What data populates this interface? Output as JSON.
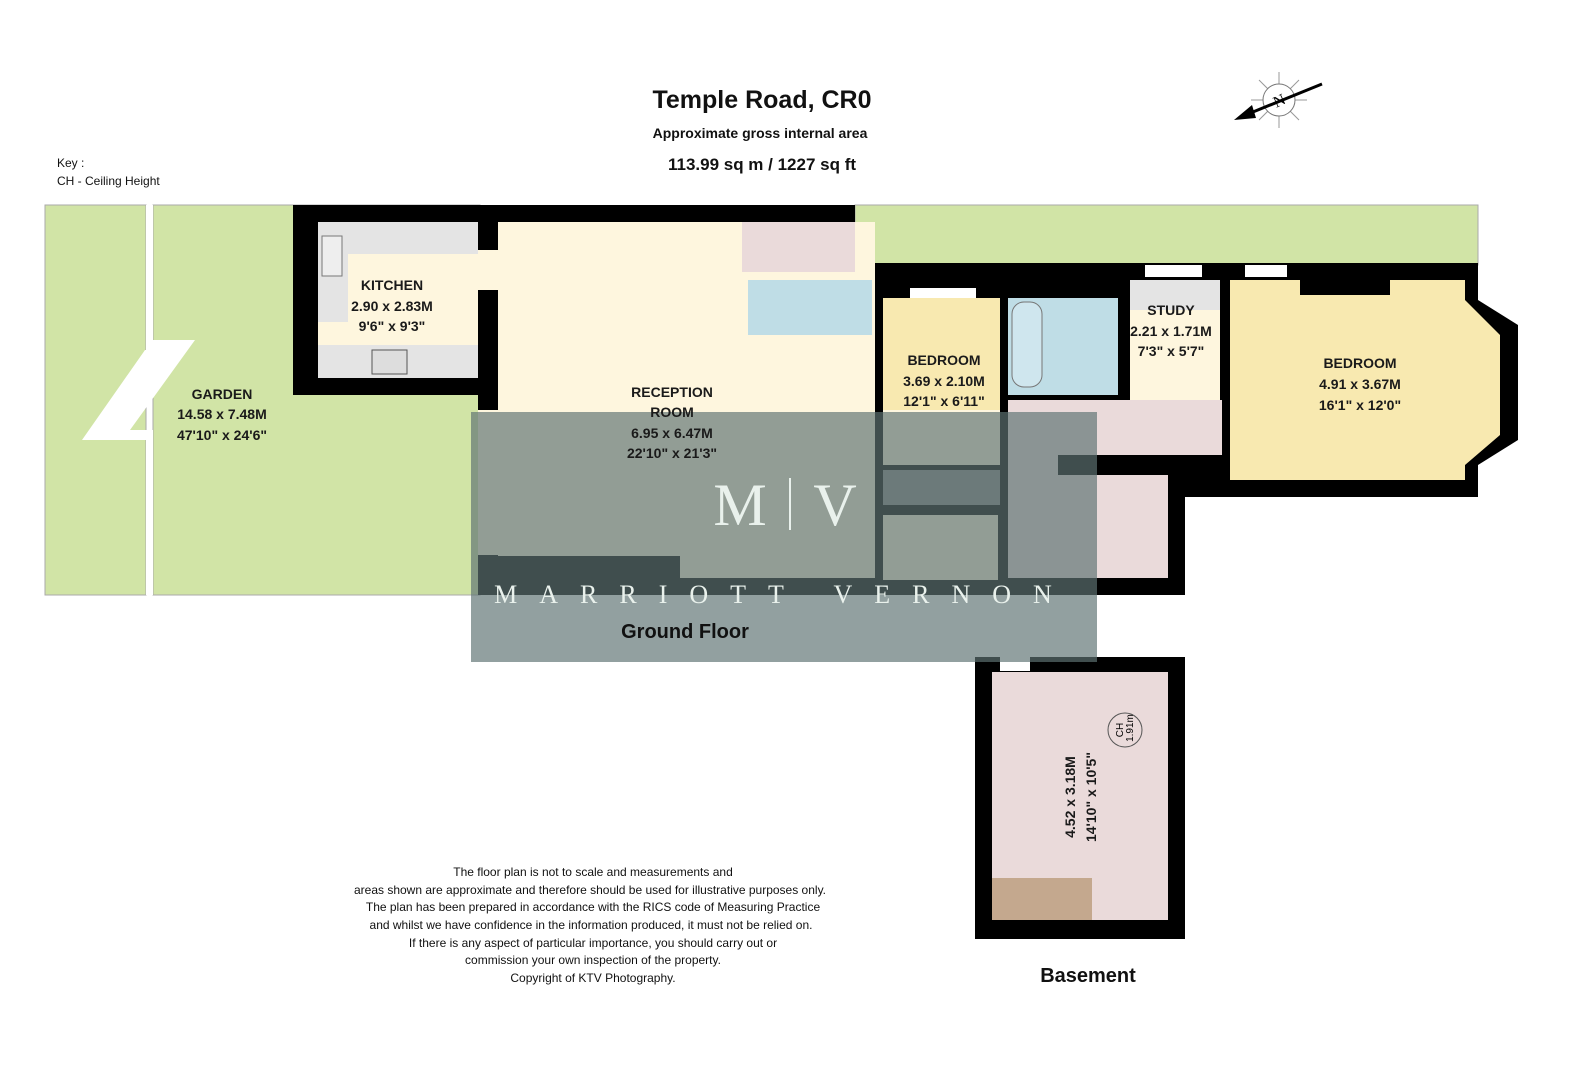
{
  "header": {
    "title": "Temple Road, CR0",
    "subtitle": "Approximate gross internal area",
    "area": "113.99 sq m / 1227 sq ft"
  },
  "key": {
    "label": "Key :",
    "ch": "CH - Ceiling Height"
  },
  "compass": {
    "icon": "north-arrow-icon",
    "letter": "N"
  },
  "rooms": {
    "garden": {
      "name": "GARDEN",
      "metric": "14.58 x 7.48M",
      "imperial": "47'10\" x 24'6\""
    },
    "kitchen": {
      "name": "KITCHEN",
      "metric": "2.90 x 2.83M",
      "imperial": "9'6\" x 9'3\""
    },
    "reception": {
      "name1": "RECEPTION",
      "name2": "ROOM",
      "metric": "6.95 x 6.47M",
      "imperial": "22'10\" x 21'3\""
    },
    "bedroom_small": {
      "name": "BEDROOM",
      "metric": "3.69 x 2.10M",
      "imperial": "12'1\" x 6'11\""
    },
    "study": {
      "name": "STUDY",
      "metric": "2.21 x 1.71M",
      "imperial": "7'3\" x 5'7\""
    },
    "bedroom_large": {
      "name": "BEDROOM",
      "metric": "4.91 x 3.67M",
      "imperial": "16'1\" x 12'0\""
    },
    "basement": {
      "metric": "4.52 x 3.18M",
      "imperial": "14'10\" x 10'5\"",
      "ch_label": "CH",
      "ch_value": "1.91m"
    }
  },
  "floors": {
    "ground": "Ground Floor",
    "basement": "Basement"
  },
  "watermark": {
    "monogram_left": "M",
    "monogram_right": "V",
    "brand": "MARRIOTT VERNON"
  },
  "disclaimer": [
    "The floor plan is not to scale and measurements and",
    "areas shown are approximate and therefore should be used for illustrative purposes only.",
    "The plan has been prepared in accordance with the RICS code of Measuring Practice",
    "and whilst we have confidence in the information produced, it must not be relied on.",
    "If there is any aspect of particular importance, you should carry out or",
    "commission your own inspection of the property.",
    "Copyright of KTV Photography."
  ],
  "colors": {
    "garden": "#d1e4a6",
    "reception": "#fef6de",
    "bedroom": "#f8e9b0",
    "bathroom": "#bfdde6",
    "hall": "#eadada",
    "counter": "#e4e4e4",
    "wall": "#000000",
    "watermark": "#5f7373"
  }
}
